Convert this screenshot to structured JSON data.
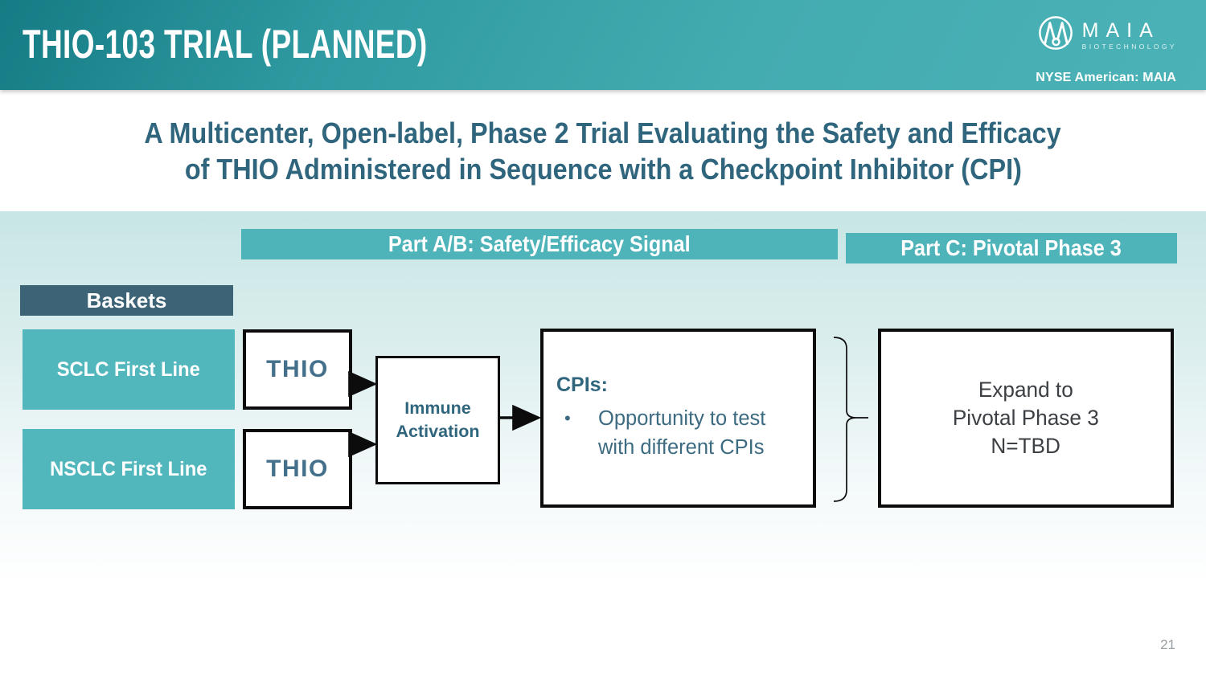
{
  "header": {
    "title": "THIO-103 TRIAL (PLANNED)",
    "logo_name": "MAIA",
    "logo_subtitle": "BIOTECHNOLOGY",
    "ticker": "NYSE American: MAIA"
  },
  "subtitle": {
    "line1": "A Multicenter, Open-label, Phase 2 Trial Evaluating the Safety and Efficacy",
    "line2": "of THIO Administered in Sequence with a Checkpoint Inhibitor (CPI)"
  },
  "diagram": {
    "part_ab": "Part A/B: Safety/Efficacy Signal",
    "part_c": "Part C: Pivotal Phase 3",
    "baskets_header": "Baskets",
    "baskets": [
      "SCLC First Line",
      "NSCLC First Line"
    ],
    "thio": "THIO",
    "immune_line1": "Immune",
    "immune_line2": "Activation",
    "cpi_heading": "CPIs:",
    "cpi_bullet_glyph": "•",
    "cpi_bullet_text": "Opportunity to test with different CPIs",
    "expand_line1": "Expand to",
    "expand_line2": "Pivotal Phase 3",
    "expand_line3": "N=TBD"
  },
  "footer": {
    "page_number": "21"
  },
  "colors": {
    "header_teal_dark": "#157b84",
    "header_teal": "#43acb1",
    "bar_teal": "#4fb4ba",
    "basket_navy": "#3d6476",
    "box_teal": "#52b7bd",
    "dark_teal_text": "#2f657d",
    "expand_text": "#3c4044",
    "content_bg_top": "#c7e6e5"
  }
}
